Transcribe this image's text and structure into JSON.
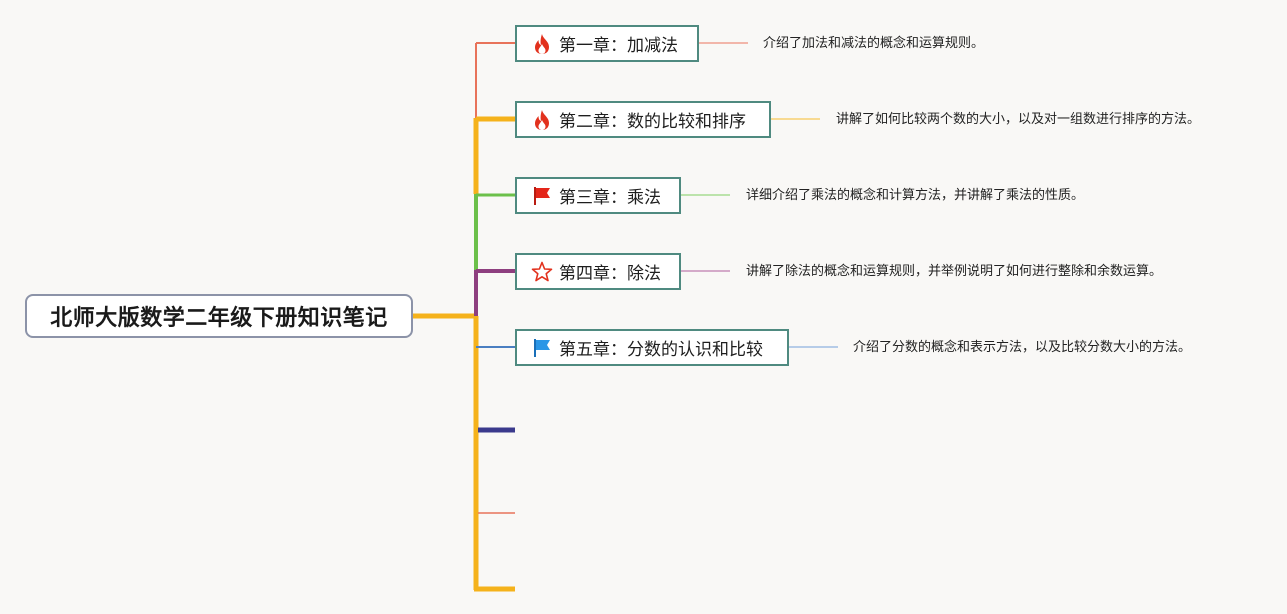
{
  "root": {
    "title": "北师大版数学二年级下册知识笔记"
  },
  "colors": {
    "background": "#f9f8f6",
    "trunk": "#f5b21b",
    "node_border": "#4f8a80",
    "root_border": "#8c93a8"
  },
  "chapters": [
    {
      "title": "第一章：加减法",
      "icon": "fire-icon",
      "branch_color": "#e8735a",
      "note": "介绍了加法和减法的概念和运算规则。"
    },
    {
      "title": "第二章：数的比较和排序",
      "icon": "fire-icon",
      "branch_color": "#f5b21b",
      "note": "讲解了如何比较两个数的大小，以及对一组数进行排序的方法。"
    },
    {
      "title": "第三章：乘法",
      "icon": "red-flag-icon",
      "branch_color": "#6cc04a",
      "note": "详细介绍了乘法的概念和计算方法，并讲解了乘法的性质。"
    },
    {
      "title": "第四章：除法",
      "icon": "star-outline-icon",
      "branch_color": "#8e3f7f",
      "note": "讲解了除法的概念和运算规则，并举例说明了如何进行整除和余数运算。"
    },
    {
      "title": "第五章：分数的认识和比较",
      "icon": "blue-flag-icon",
      "branch_color": "#4a7fc1",
      "note": "介绍了分数的概念和表示方法，以及比较分数大小的方法。"
    }
  ],
  "empty_branches": [
    {
      "color": "#3b3a8c"
    },
    {
      "color": "#e8735a"
    },
    {
      "color": "#f5b21b"
    }
  ]
}
